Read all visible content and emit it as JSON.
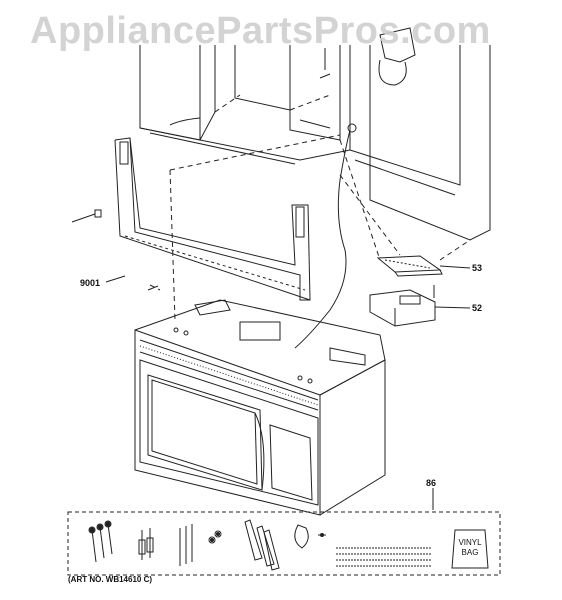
{
  "watermark": "AppliancePartsPros.com",
  "callouts": {
    "wall_plate": "9001",
    "damper_cover": "53",
    "damper": "52",
    "hardware_kit": "86"
  },
  "vinyl_bag": {
    "line1": "VINYL",
    "line2": "BAG"
  },
  "art_number": "(ART NO. WB14610 C)"
}
